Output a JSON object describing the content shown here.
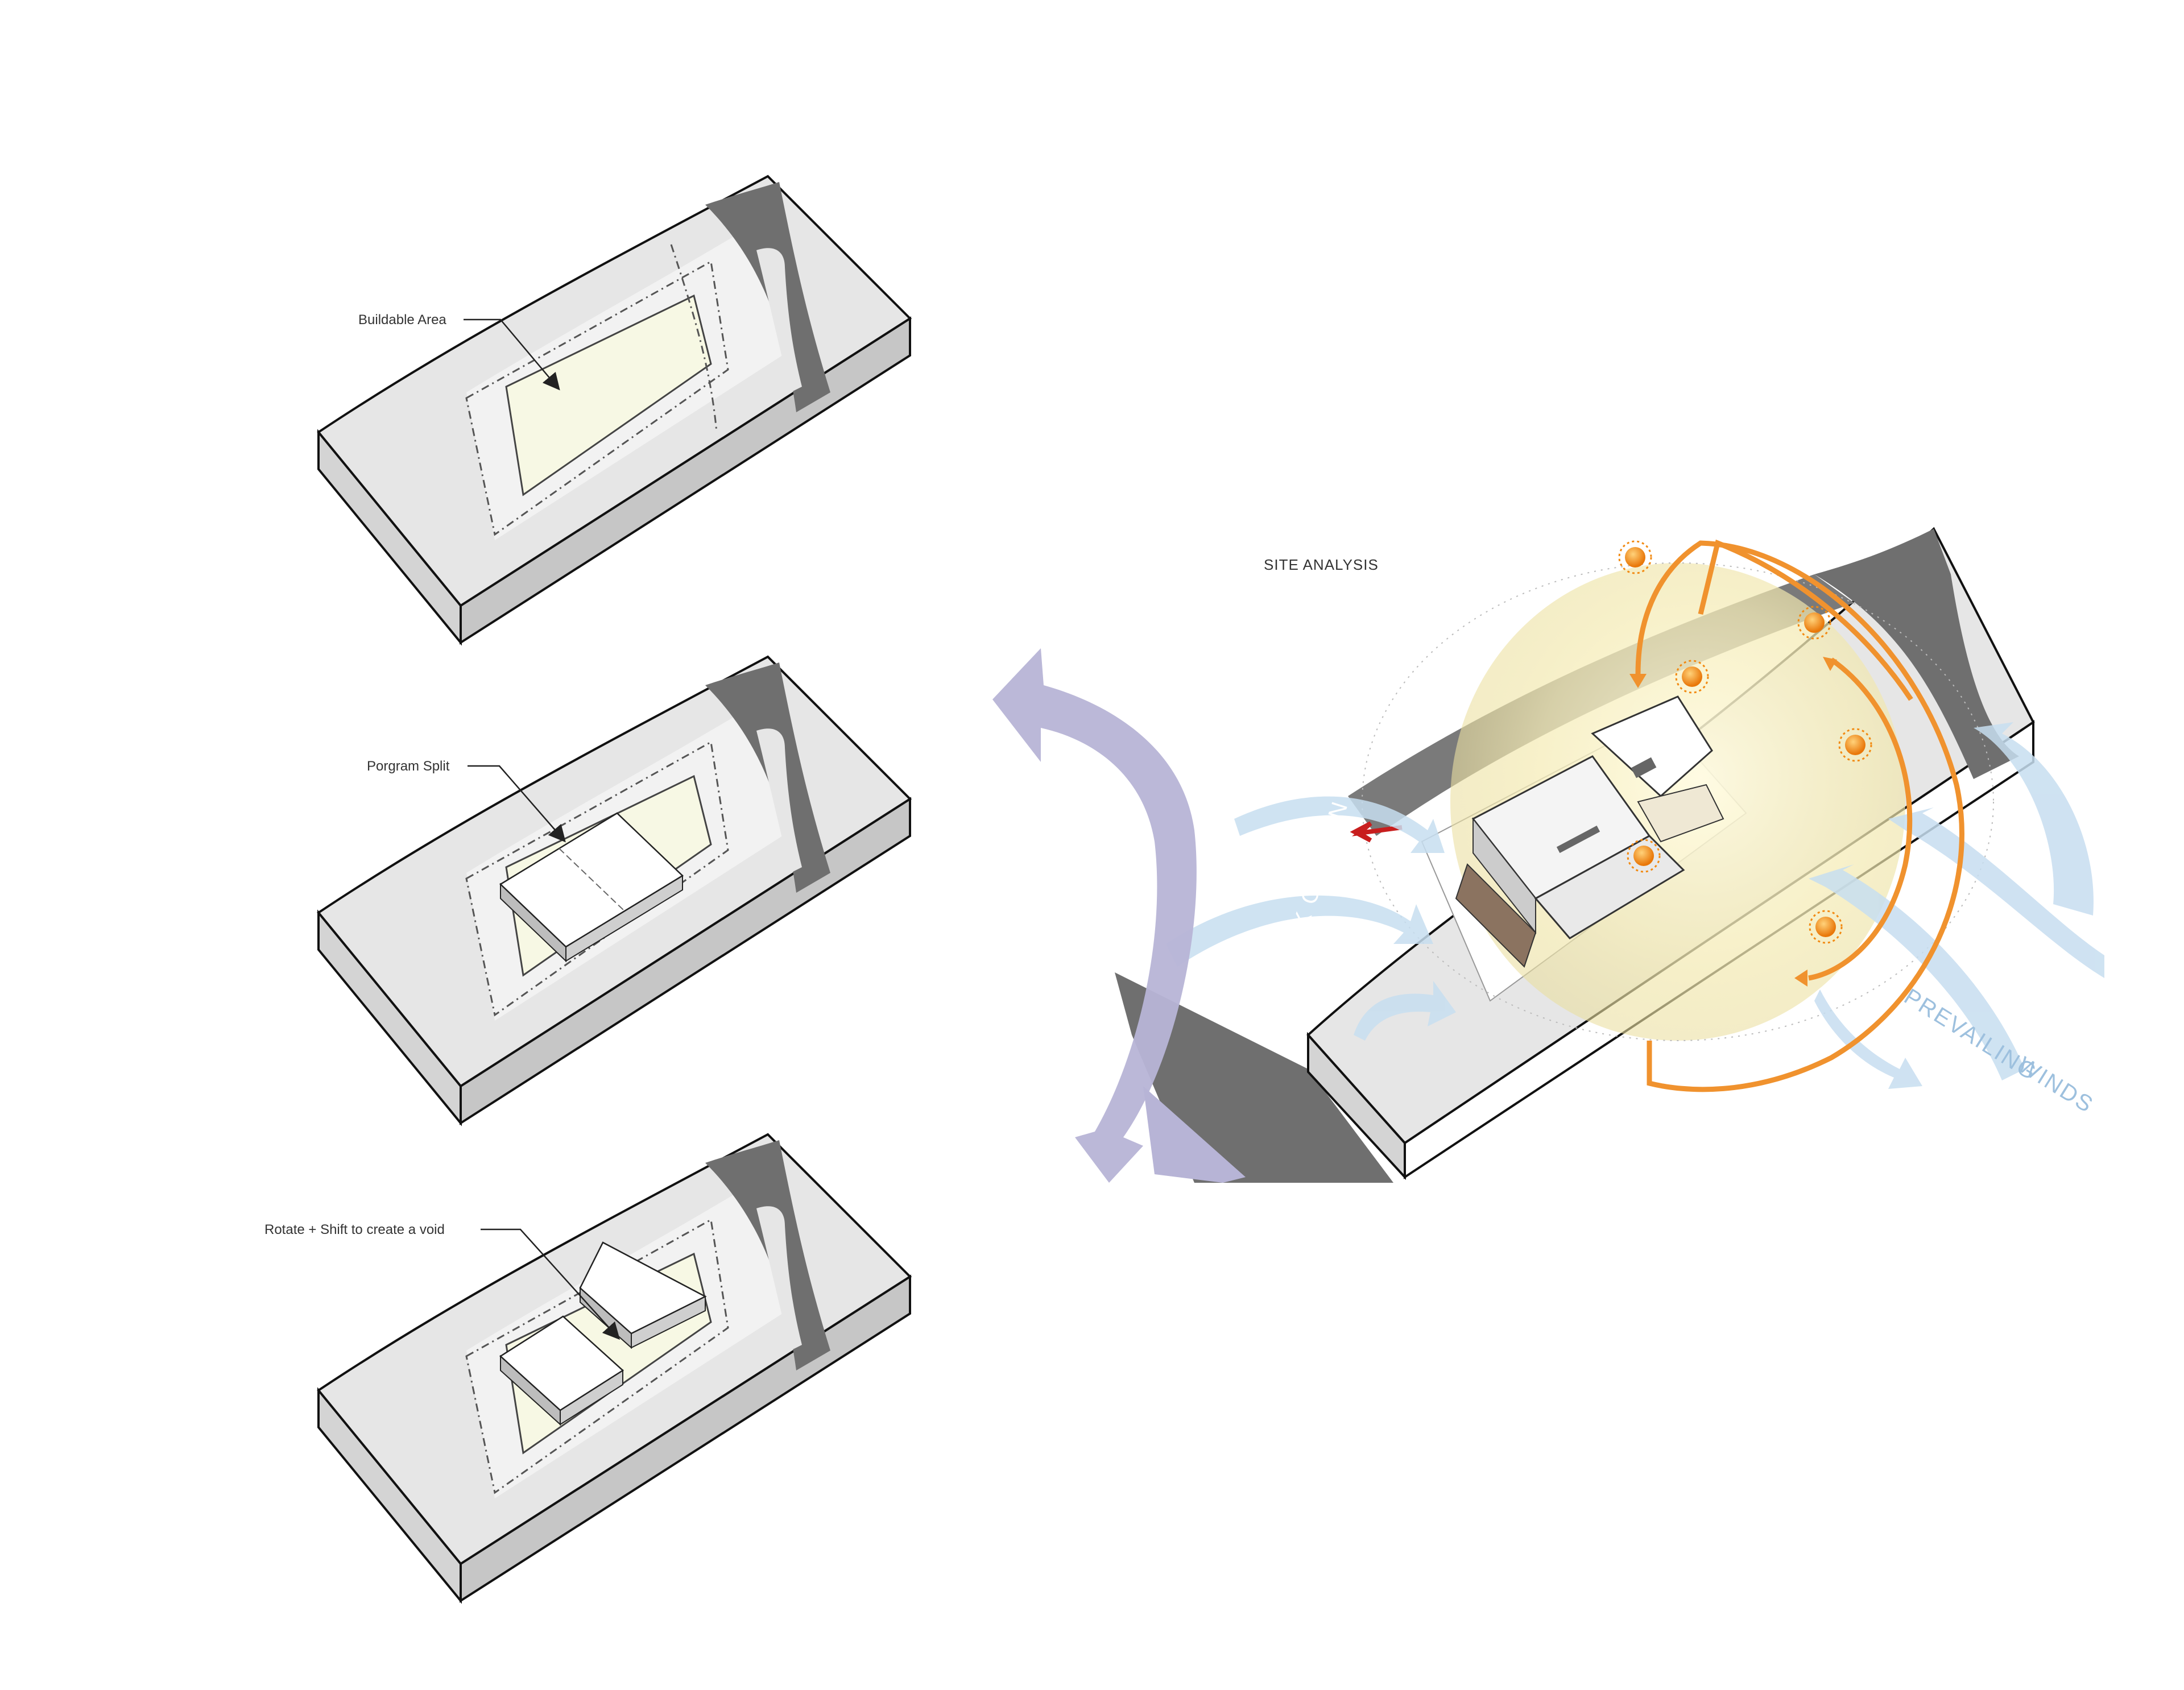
{
  "labels": {
    "step1": "Buildable Area",
    "step2": "Porgram Split",
    "step3": "Rotate + Shift to create a void",
    "site_title": "SITE ANALYSIS",
    "views": "RED ROCK CANYON VIEWS",
    "winds_1": "PREVAILING",
    "winds_2": "WINDS"
  },
  "colors": {
    "site_top": "#e6e6e6",
    "site_side": "#cfcfcf",
    "road": "#6f6f6f",
    "buildable_fill": "#f7f8e4",
    "view_arrow": "#b7b4d6",
    "view_text": "#ffffff",
    "sun_path": "#f0922e",
    "sun": "#f28a12",
    "wind": "#c7def0",
    "wind_text": "#9dc0de",
    "north_arrow": "#c81e1e"
  }
}
